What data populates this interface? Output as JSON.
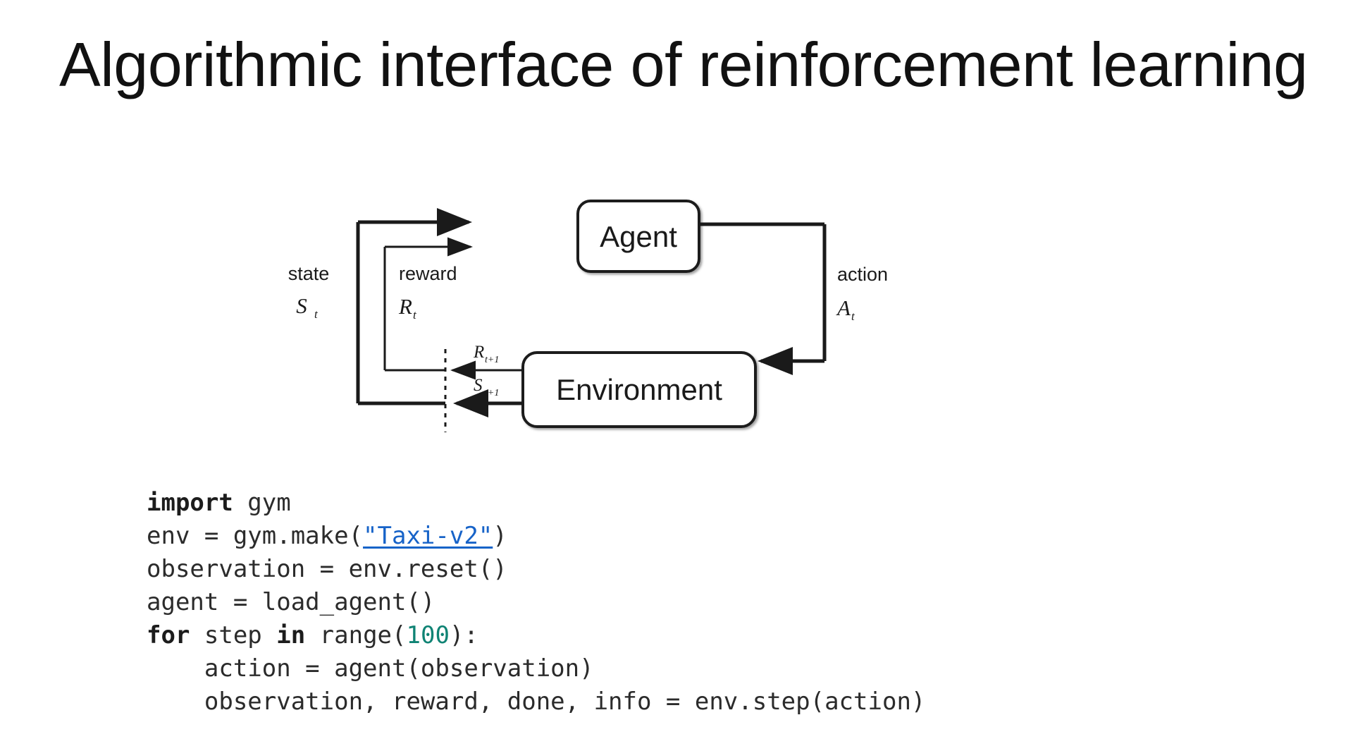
{
  "slide": {
    "title": "Algorithmic interface of reinforcement learning",
    "background_color": "#ffffff"
  },
  "diagram": {
    "name": "agent-environment-interaction-loop",
    "nodes": {
      "agent": "Agent",
      "environment": "Environment"
    },
    "labels": {
      "state_word": "state",
      "state_sym": "S",
      "state_sub": "t",
      "reward_word": "reward",
      "reward_sym": "R",
      "reward_sub": "t",
      "action_word": "action",
      "action_sym": "A",
      "action_sub": "t",
      "reward_next_sym": "R",
      "reward_next_sub": "t+1",
      "state_next_sym": "S",
      "state_next_sub": "t+1"
    },
    "stroke_color": "#1a1a1a"
  },
  "code": {
    "language": "python",
    "accent_keyword_color": "#1c1c1c",
    "accent_number_color": "#0f8374",
    "accent_link_color": "#1763c8",
    "lines": [
      {
        "indent": "",
        "tokens": [
          {
            "t": "import",
            "k": "kw"
          },
          {
            "t": " gym",
            "k": "plain"
          }
        ]
      },
      {
        "indent": "",
        "tokens": [
          {
            "t": "env = gym.make(",
            "k": "plain"
          },
          {
            "t": "\"Taxi-v2\"",
            "k": "lnk"
          },
          {
            "t": ")",
            "k": "plain"
          }
        ]
      },
      {
        "indent": "",
        "tokens": [
          {
            "t": "observation = env.reset()",
            "k": "plain"
          }
        ]
      },
      {
        "indent": "",
        "tokens": [
          {
            "t": "agent = load_agent()",
            "k": "plain"
          }
        ]
      },
      {
        "indent": "",
        "tokens": [
          {
            "t": "for",
            "k": "kw"
          },
          {
            "t": " step ",
            "k": "plain"
          },
          {
            "t": "in",
            "k": "kw"
          },
          {
            "t": " range(",
            "k": "plain"
          },
          {
            "t": "100",
            "k": "num"
          },
          {
            "t": "):",
            "k": "plain"
          }
        ]
      },
      {
        "indent": "    ",
        "tokens": [
          {
            "t": "action = agent(observation)",
            "k": "plain"
          }
        ]
      },
      {
        "indent": "    ",
        "tokens": [
          {
            "t": "observation, reward, done, info = env.step(action)",
            "k": "plain"
          }
        ]
      }
    ]
  }
}
